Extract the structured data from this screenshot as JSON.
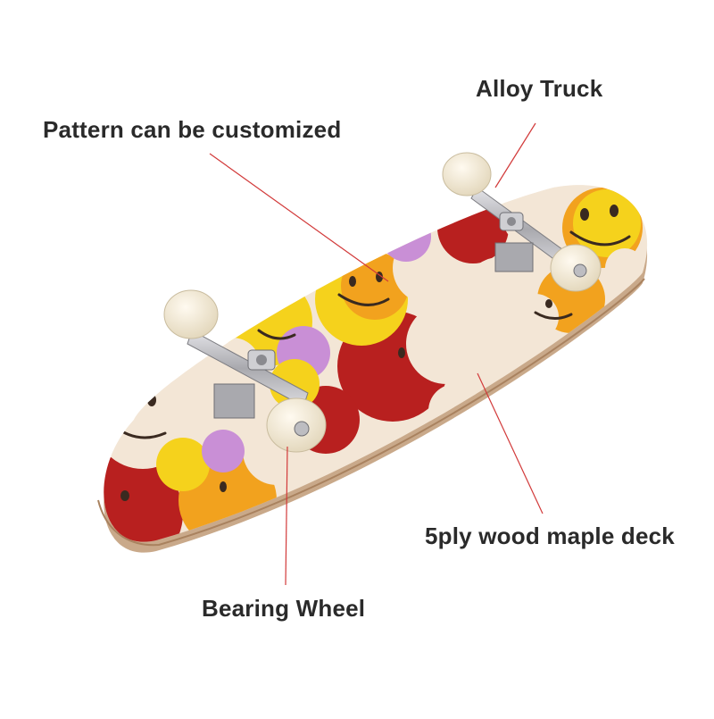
{
  "callouts": {
    "truck": "Alloy Truck",
    "pattern": "Pattern can be customized",
    "deck": "5ply wood maple deck",
    "wheel": "Bearing Wheel"
  },
  "colors": {
    "callout_line": "#d23a3a",
    "label_text": "#2a2a2a",
    "deck_edge": "#c9a98a",
    "smiley_yellow": "#f5d21c",
    "smiley_orange": "#f2a21e",
    "smiley_red": "#b8201f",
    "smiley_cream": "#f3e6d6",
    "smiley_purple": "#c98fd6",
    "wheel": "#f1e8d2",
    "truck_metal": "#b9b9bd"
  }
}
